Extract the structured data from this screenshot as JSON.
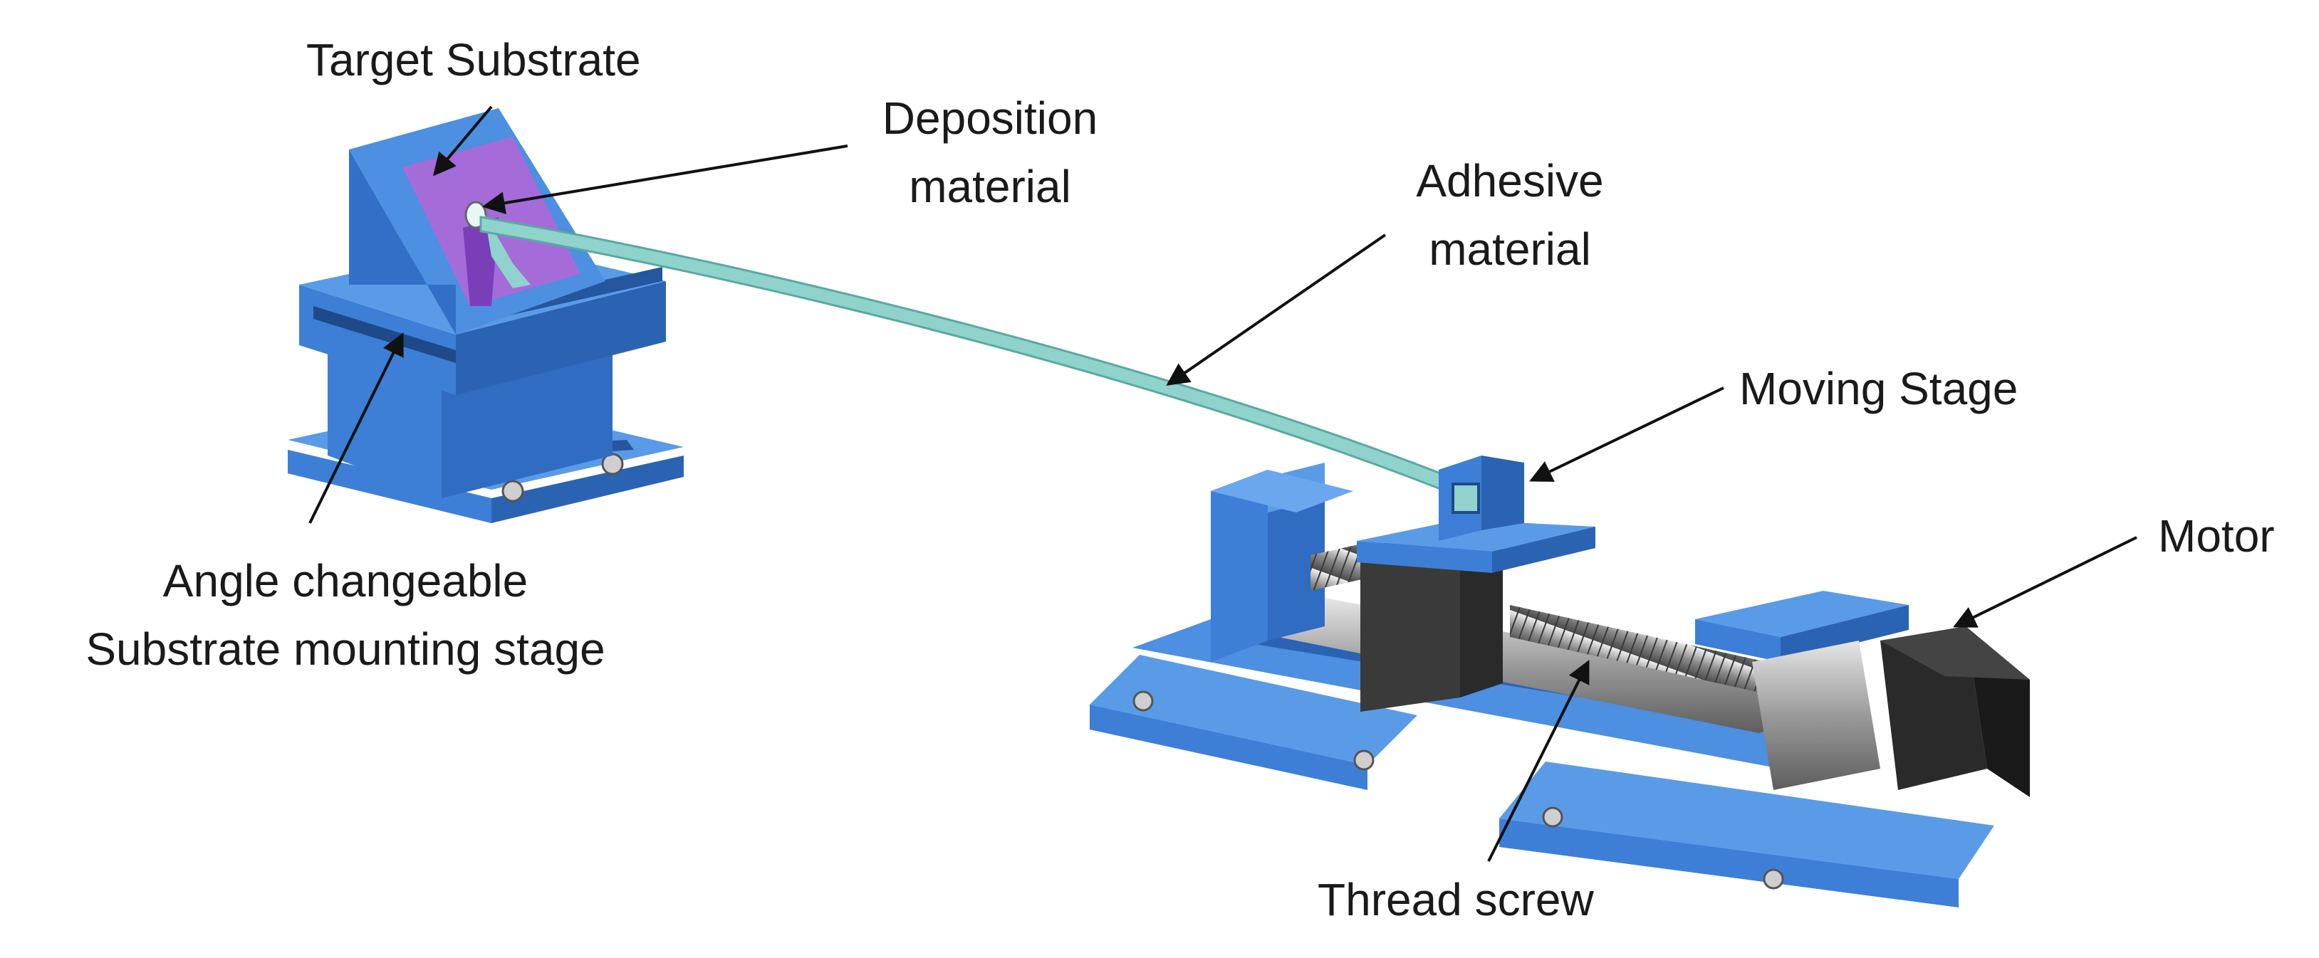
{
  "labels": {
    "target_substrate": "Target Substrate",
    "deposition_line1": "Deposition",
    "deposition_line2": "material",
    "adhesive_line1": "Adhesive",
    "adhesive_line2": "material",
    "moving_stage": "Moving Stage",
    "motor": "Motor",
    "angle_line1": "Angle changeable",
    "angle_line2": "Substrate mounting stage",
    "thread_screw": "Thread screw"
  },
  "colors": {
    "stage_blue": "#3d7fd6",
    "stage_blue_dark": "#24579e",
    "stage_blue_light": "#5a9be8",
    "substrate_purple": "#a56cd9",
    "adhesive_teal": "#8fd3cc",
    "motor_black": "#2a2a2a",
    "rail_metal": "#bdbdbd",
    "label_text": "#1a1a1a"
  }
}
